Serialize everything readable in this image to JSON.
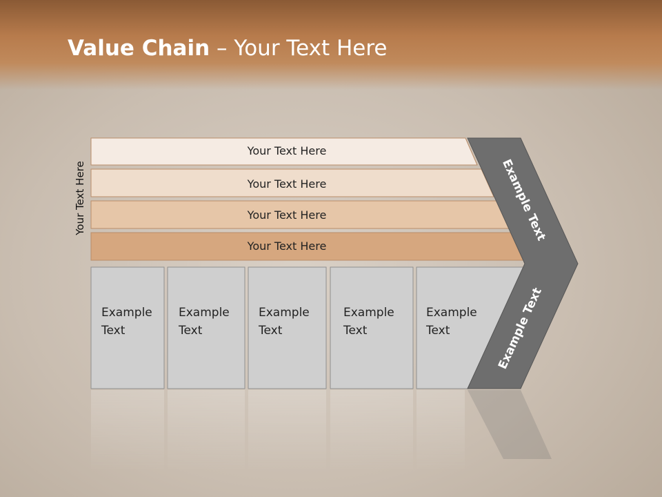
{
  "slide": {
    "title_bold": "Value Chain",
    "title_rest": " – Your Text Here",
    "side_label": "Your Text Here"
  },
  "support_rows": [
    {
      "label": "Your Text Here",
      "color": "#f5ebe3"
    },
    {
      "label": "Your Text Here",
      "color": "#efddcc"
    },
    {
      "label": "Your Text Here",
      "color": "#e6c6a8"
    },
    {
      "label": "Your Text Here",
      "color": "#d6a77f"
    }
  ],
  "primary": [
    {
      "line1": "Example",
      "line2": "Text"
    },
    {
      "line1": "Example",
      "line2": "Text"
    },
    {
      "line1": "Example",
      "line2": "Text"
    },
    {
      "line1": "Example",
      "line2": "Text"
    },
    {
      "line1": "Example",
      "line2": "Text"
    }
  ],
  "chevron": {
    "top_label": "Example Text",
    "bottom_label": "Example Text",
    "color": "#6e6e6e"
  },
  "colors": {
    "header": "#b77b4c",
    "primary_box": "#cfcfcf"
  }
}
